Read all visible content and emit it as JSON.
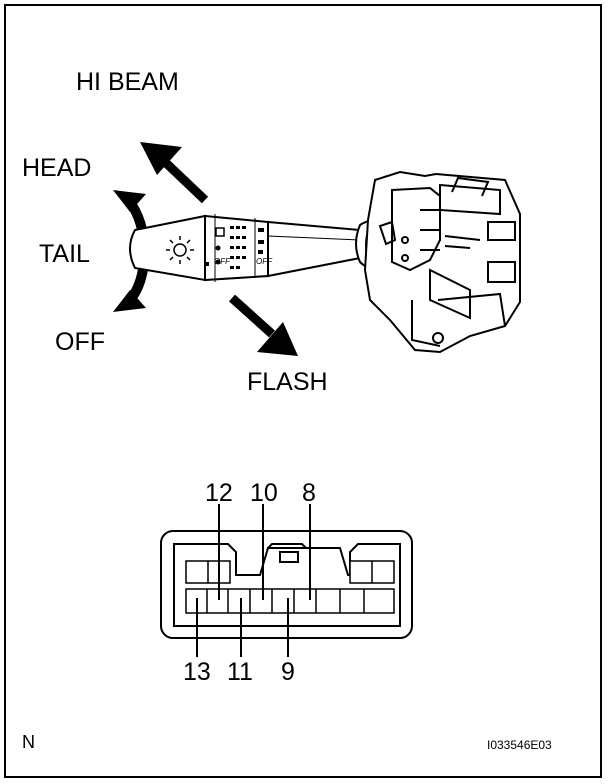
{
  "labels": {
    "hi_beam": "HI BEAM",
    "head": "HEAD",
    "tail": "TAIL",
    "off": "OFF",
    "flash": "FLASH"
  },
  "switch_markings": {
    "off_text": "OFF"
  },
  "connector": {
    "pins_top": [
      "12",
      "10",
      "8"
    ],
    "pins_bottom": [
      "13",
      "11",
      "9"
    ]
  },
  "footer": {
    "code_left": "N",
    "code_right": "I033546E03"
  }
}
